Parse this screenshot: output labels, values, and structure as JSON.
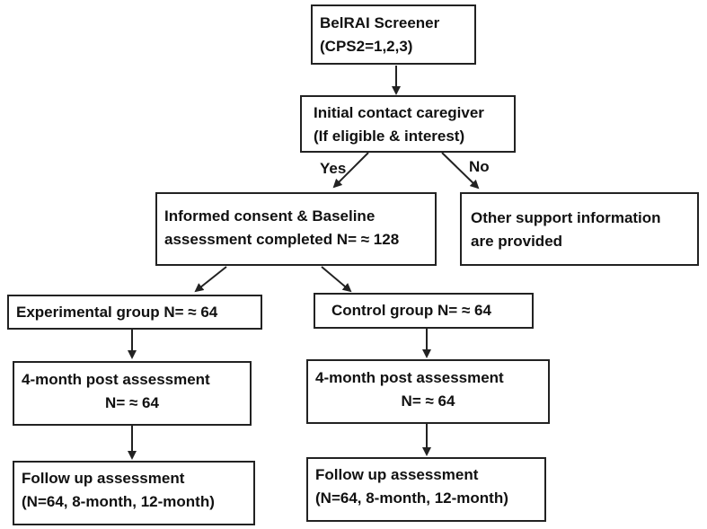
{
  "screener": {
    "line1": "BelRAI Screener",
    "line2": "(CPS2=1,2,3)"
  },
  "contact": {
    "line1": "Initial contact caregiver",
    "line2": "(If eligible & interest)"
  },
  "edges": {
    "yes": "Yes",
    "no": "No"
  },
  "consent": {
    "line1": "Informed consent & Baseline",
    "line2": "assessment completed N= ≈ 128"
  },
  "other_support": {
    "line1": "Other support information",
    "line2": "are provided"
  },
  "experimental": {
    "label": "Experimental group N= ≈ 64"
  },
  "control": {
    "label": "Control group N= ≈ 64"
  },
  "exp_post": {
    "line1": "4-month post assessment",
    "line2": "N= ≈ 64"
  },
  "ctrl_post": {
    "line1": "4-month post assessment",
    "line2": "N= ≈ 64"
  },
  "exp_follow": {
    "line1": "Follow up assessment",
    "line2": "(N=64, 8-month, 12-month)"
  },
  "ctrl_follow": {
    "line1": "Follow up assessment",
    "line2": "(N=64, 8-month, 12-month)"
  }
}
